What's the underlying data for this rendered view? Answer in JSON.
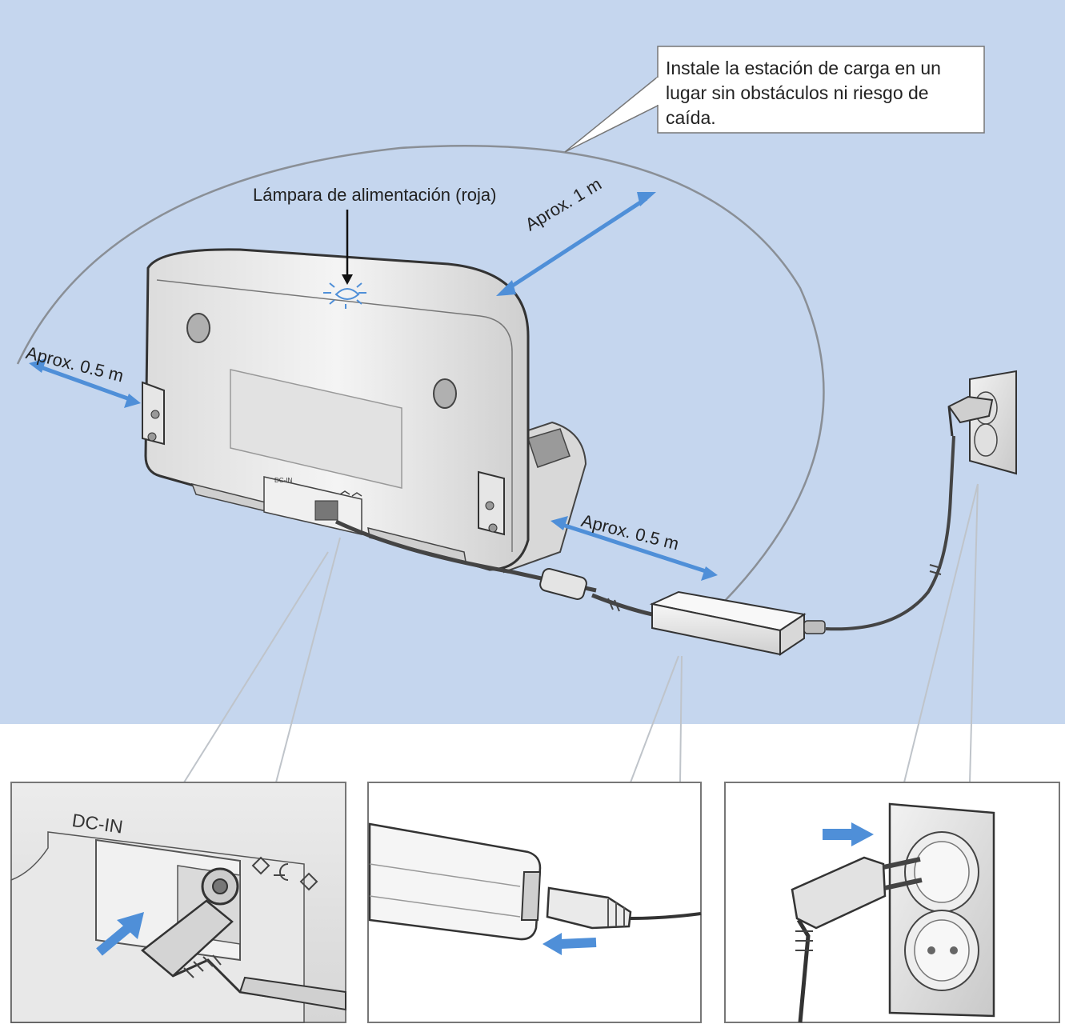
{
  "callout": {
    "line1": "Instale la estación de carga en un",
    "line2": "lugar sin obstáculos ni riesgo de",
    "line3": "caída."
  },
  "labels": {
    "power_lamp": "Lámpara de alimentación (roja)",
    "approx_1m": "Aprox. 1 m",
    "approx_05m_left": "Aprox. 0.5 m",
    "approx_05m_front": "Aprox. 0.5 m",
    "dc_in": "DC-IN",
    "dc_in_small": "DC-IN"
  },
  "colors": {
    "background": "#c5d6ee",
    "arrow": "#4f8fd8",
    "outline": "#555555"
  }
}
